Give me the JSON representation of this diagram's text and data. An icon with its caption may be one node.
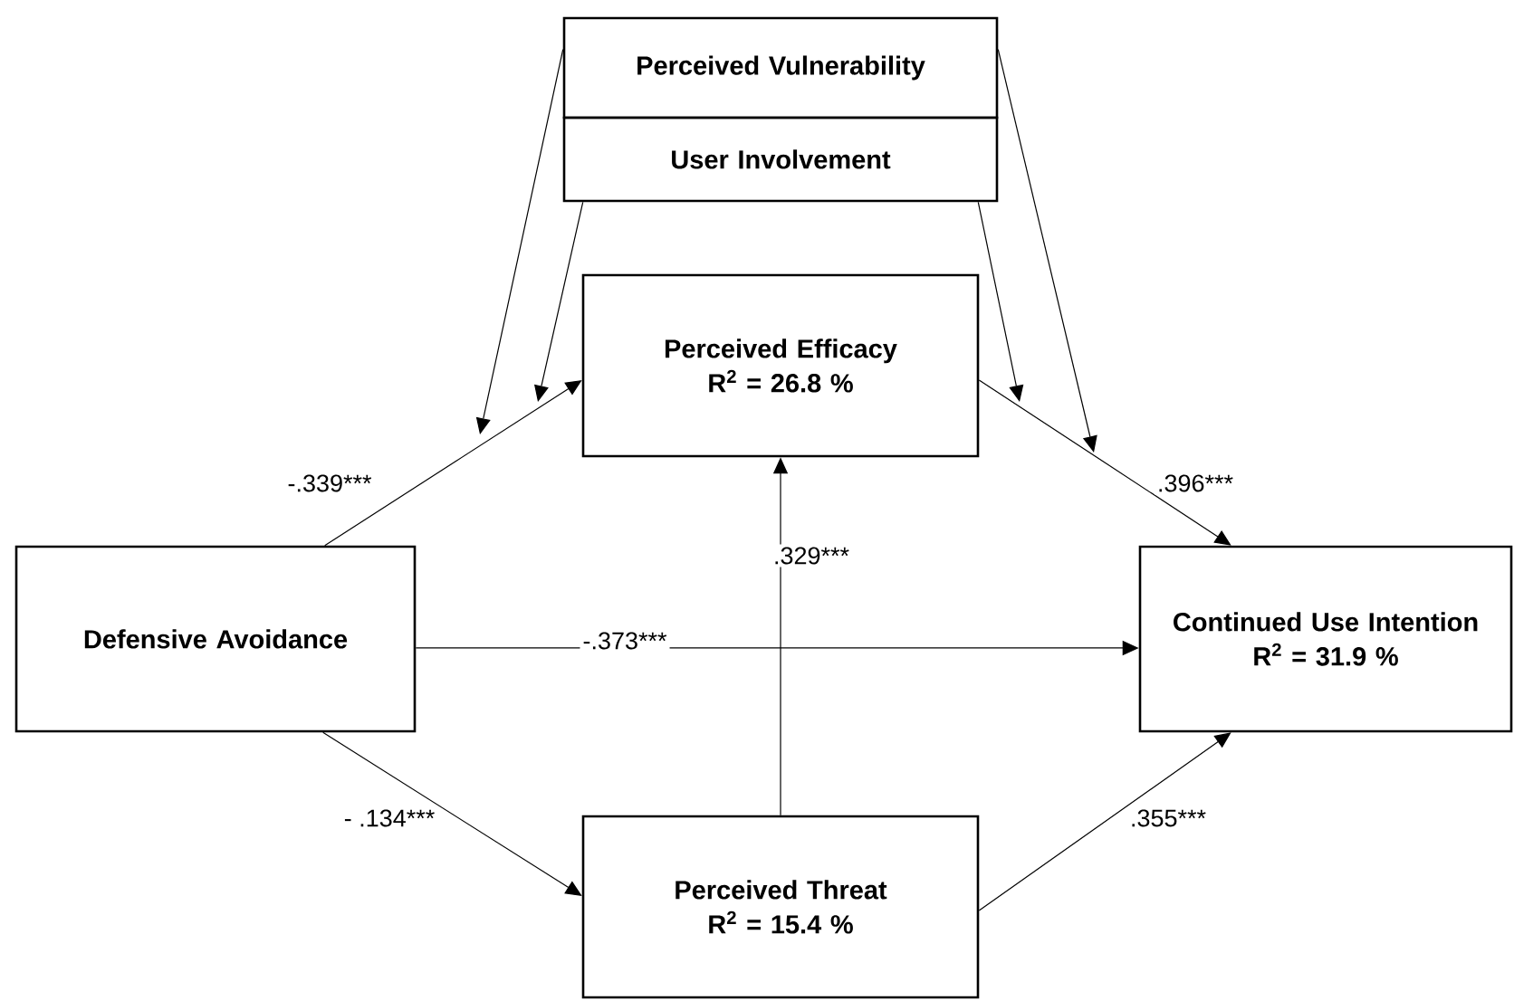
{
  "diagram": {
    "nodes": [
      {
        "text": [
          "Perceived Vulnerability"
        ]
      },
      {
        "text": [
          "User Involvement"
        ]
      },
      {
        "text": [
          "Perceived Efficacy",
          "R$^{2}$ = 26.8 %"
        ]
      },
      {
        "text": [
          "Defensive Avoidance"
        ]
      },
      {
        "text": [
          "Continued Use Intention",
          "R$^{2}$ = 31.9 %"
        ]
      },
      {
        "text": [
          "Perceived Threat",
          "R$^{2}$ = 15.4 %"
        ]
      }
    ],
    "edges": [
      {
        "from": 3,
        "to": 2,
        "arrow": "to",
        "label": "-.339***"
      },
      {
        "from": 2,
        "to": 4,
        "arrow": "to",
        "label": ".396***"
      },
      {
        "from": 3,
        "to": 4,
        "arrow": "to",
        "label": "-.373***"
      },
      {
        "from": 5,
        "to": 2,
        "arrow": "to",
        "label": ".329***"
      },
      {
        "from": 3,
        "to": 5,
        "arrow": "to",
        "label": "- .134***"
      },
      {
        "from": 5,
        "to": 4,
        "arrow": "to",
        "label": ".355***"
      },
      {
        "from": 0,
        "to": null,
        "arrow": "to"
      },
      {
        "from": 1,
        "to": null,
        "arrow": "to"
      },
      {
        "from": 1,
        "to": null,
        "arrow": "to"
      },
      {
        "from": 0,
        "to": null,
        "arrow": "to"
      }
    ]
  }
}
